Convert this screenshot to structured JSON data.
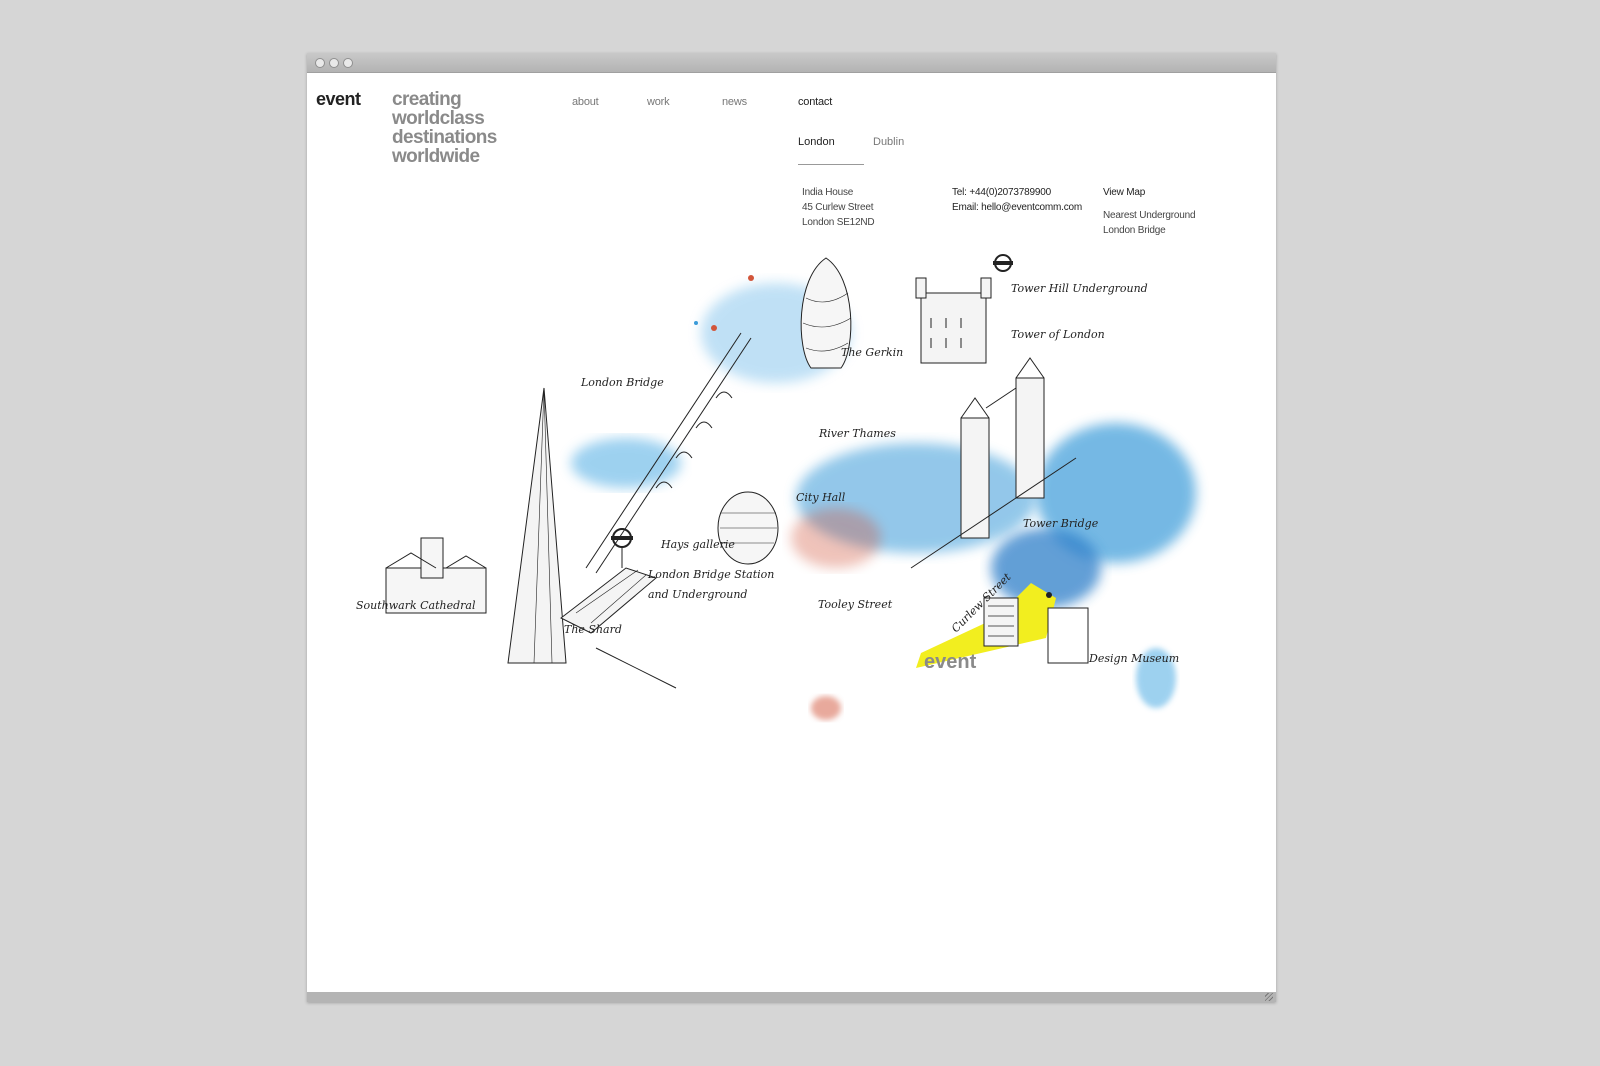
{
  "brand": {
    "logo": "event",
    "tagline": [
      "creating",
      "worldclass",
      "destinations",
      "worldwide"
    ]
  },
  "nav": {
    "items": [
      "about",
      "work",
      "news",
      "contact"
    ],
    "active": "contact"
  },
  "cities": {
    "items": [
      "London",
      "Dublin"
    ],
    "active": "London"
  },
  "contact": {
    "address": [
      "India House",
      "45 Curlew Street",
      "London SE12ND"
    ],
    "tel": "Tel: +44(0)2073789900",
    "email": "Email: hello@eventcomm.com",
    "view_map": "View Map",
    "underground_label": "Nearest Underground",
    "underground_station": "London Bridge"
  },
  "map": {
    "labels": {
      "tower_hill": "Tower Hill Underground",
      "tower_of_london": "Tower of London",
      "gerkin": "The Gerkin",
      "london_bridge": "London Bridge",
      "river_thames": "River Thames",
      "city_hall": "City Hall",
      "tower_bridge": "Tower Bridge",
      "hays_gallerie": "Hays gallerie",
      "station_1": "London Bridge Station",
      "station_2": "and Underground",
      "southwark": "Southwark Cathedral",
      "shard": "The Shard",
      "tooley": "Tooley Street",
      "curlew": "Curlew Street",
      "event_logo": "event",
      "design_museum": "Design Museum"
    },
    "colors": {
      "water": "#3a9bd9",
      "water_light": "#8cc8ee",
      "highlight": "#f2ee1f",
      "ink": "#222222",
      "splatter": "#d2553a"
    }
  }
}
